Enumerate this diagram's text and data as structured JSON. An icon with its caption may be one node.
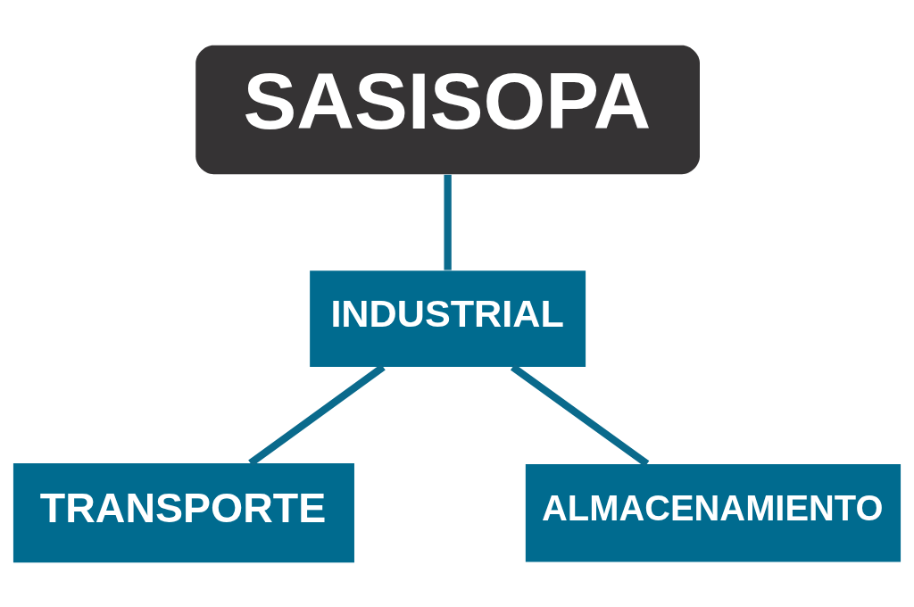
{
  "diagram": {
    "nodes": [
      {
        "text": [
          "SASISOPA"
        ]
      },
      {
        "text": [
          "INDUSTRIAL"
        ]
      },
      {
        "text": [
          "TRANSPORTE"
        ]
      },
      {
        "text": [
          "ALMACENAMIENTO"
        ]
      }
    ],
    "edges": [
      {
        "from": 0,
        "to": 1,
        "arrow": "none"
      },
      {
        "from": 1,
        "to": 2,
        "arrow": "none"
      },
      {
        "from": 1,
        "to": 3,
        "arrow": "none"
      }
    ]
  }
}
